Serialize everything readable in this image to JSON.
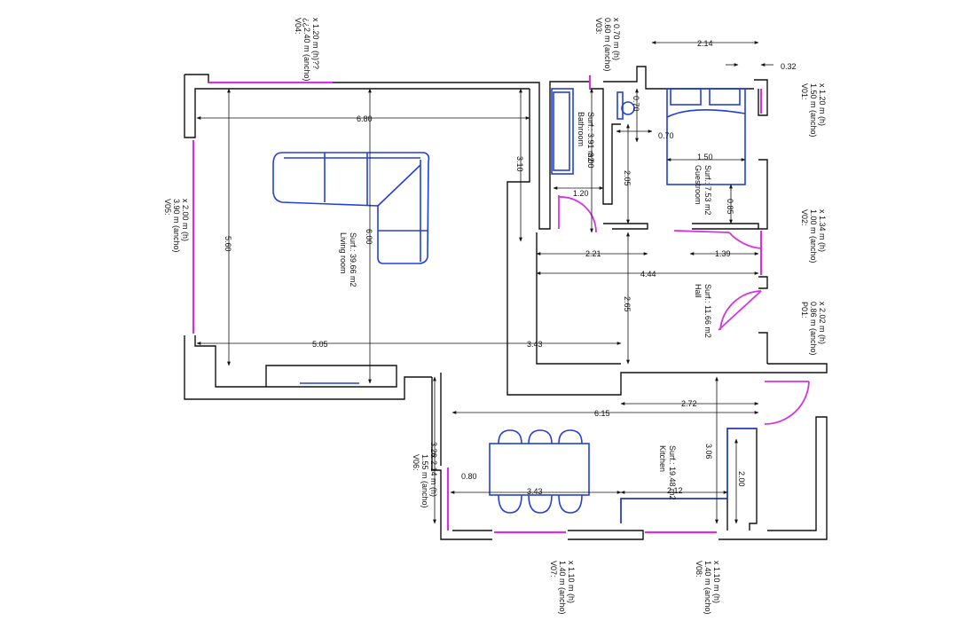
{
  "colors": {
    "wall": "#111111",
    "window": "#d633e0",
    "furniture": "#2340d8",
    "dimension": "#111111"
  },
  "rooms": {
    "living": {
      "name": "Living room",
      "area": "Surf.: 39.66 m2"
    },
    "bathroom": {
      "name": "Bathroom",
      "area": "Surf.: 3.91 m2"
    },
    "guestroom": {
      "name": "Guestroom",
      "area": "Surf.: 7.53 m2"
    },
    "hall": {
      "name": "Hall",
      "area": "Surf.: 11.66 m2"
    },
    "kitchen": {
      "name": "Kitchen",
      "area": "Surf.: 19.48 m2"
    }
  },
  "openings": {
    "v01": {
      "id": "V01:",
      "w": "1.50 m (ancho)",
      "h": "x 1.20 m (h)"
    },
    "v02": {
      "id": "V02:",
      "w": "1.00 m (ancho)",
      "h": "x 1.34 m (h)"
    },
    "v03": {
      "id": "V03:",
      "w": "0.60 m (ancho)",
      "h": "x 0.70 m (h)"
    },
    "v04": {
      "id": "V04:",
      "w": "¿¿2.40 m (ancho)",
      "h": "x 1.20 m (h)??"
    },
    "v05": {
      "id": "V05:",
      "w": "3.90 m (ancho)",
      "h": "x 2.00 m (h)"
    },
    "v06": {
      "id": "V06:",
      "w": "1.55 m (ancho)",
      "h": "x 2.14 m (h)"
    },
    "v07": {
      "id": "V07:",
      "w": "1.40 m (ancho)",
      "h": "x 1.10 m (h)"
    },
    "v08": {
      "id": "V08:",
      "w": "1.40 m (ancho)",
      "h": "x 1.10 m (h)"
    },
    "p01": {
      "id": "P01:",
      "w": "0.86 m (ancho)",
      "h": "x 2.02 m (h)"
    }
  },
  "dims": {
    "top_214": "2.14",
    "top_032": "0.32",
    "living_680": "6.80",
    "living_560": "5.60",
    "living_600": "6.00",
    "living_310": "3.10",
    "living_505": "5.05",
    "living_343": "3.43",
    "bath_300": "3.00",
    "bath_070": "0.70",
    "bath_120": "1.20",
    "guest_070": "0.70",
    "guest_205": "2.05",
    "guest_150": "1.50",
    "guest_085": "0.85",
    "hall_221": "2.21",
    "hall_139": "1.39",
    "hall_444": "4.44",
    "hall_265": "2.65",
    "kit_615": "6.15",
    "kit_272": "2.72",
    "kit_326": "3.26",
    "kit_306": "3.06",
    "kit_200": "2.00",
    "kit_080": "0.80",
    "kit_343": "3.43",
    "kit_212": "2.12"
  }
}
